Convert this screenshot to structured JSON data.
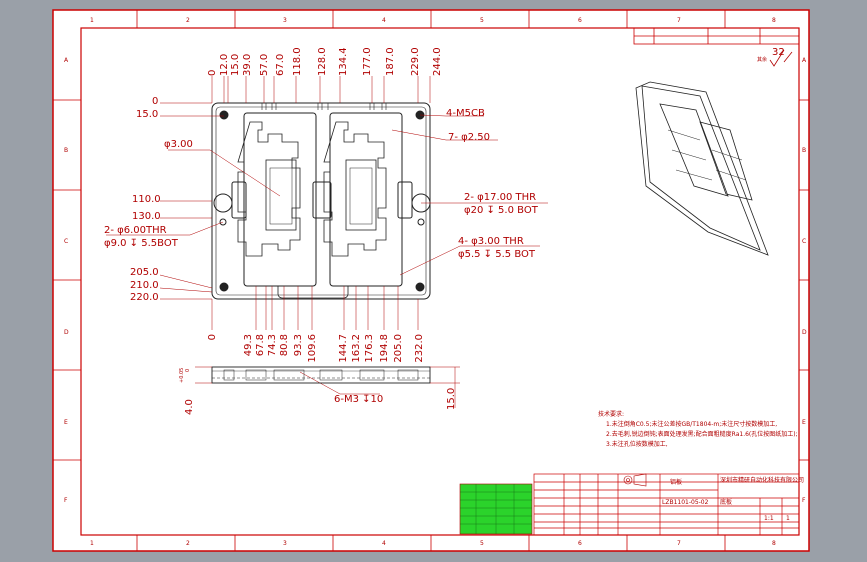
{
  "zones": {
    "top": [
      "1",
      "2",
      "3",
      "4",
      "5",
      "6",
      "7",
      "8"
    ],
    "side": [
      "A",
      "B",
      "C",
      "D",
      "E",
      "F"
    ]
  },
  "dims_top": [
    "0",
    "12.0",
    "15.0",
    "39.0",
    "57.0",
    "67.0",
    "118.0",
    "128.0",
    "134.4",
    "177.0",
    "187.0",
    "229.0",
    "244.0"
  ],
  "dims_left": [
    "0",
    "15.0",
    "110.0",
    "130.0",
    "205.0",
    "210.0",
    "220.0"
  ],
  "dims_bottom": [
    "0",
    "49.3",
    "67.8",
    "74.3",
    "80.8",
    "93.3",
    "109.6",
    "144.7",
    "163.2",
    "176.3",
    "194.8",
    "205.0",
    "232.0"
  ],
  "callouts": {
    "holes_m5": "4-M5CB",
    "hole_250": "7- φ2.50",
    "hole_300": "φ3.00",
    "cbore_17": "2- φ17.00 THR",
    "cbore_17_b": "φ20 ↧ 5.0 BOT",
    "hole_6": "2- φ6.00THR",
    "hole_6_b": "φ9.0 ↧ 5.5BOT",
    "hole_3": "4- φ3.00 THR",
    "hole_3_b": "φ5.5 ↧ 5.5 BOT",
    "m3": "6-M3 ↧10",
    "side_4": "4.0",
    "side_005": "+0.05",
    "side_0": "0",
    "side_15": "15.0"
  },
  "roughness": "32",
  "notes": {
    "title": "技术要求:",
    "line1": "1.未注倒角C0.5;未注公差按GB/T1804-m;未注尺寸按数模加工,",
    "line2": "2.去毛刺,锐边倒钝;表面处理发黑;配合面粗糙度Ra1.6(孔位按图纸加工);",
    "line3": "3.未注孔位按数模加工,"
  },
  "title_block": {
    "drawing_no": "LZB1101-05-02",
    "company": "深圳市精研自动化科技有限公司",
    "part_name": "底板",
    "material": "铝板",
    "scale": "1:1",
    "sheet": "1"
  },
  "colors": {
    "frame": "#cc0000",
    "line": "#222222",
    "paper": "#ffffff",
    "backdrop": "#9aa0a8",
    "stamp": "#2bd32b"
  }
}
